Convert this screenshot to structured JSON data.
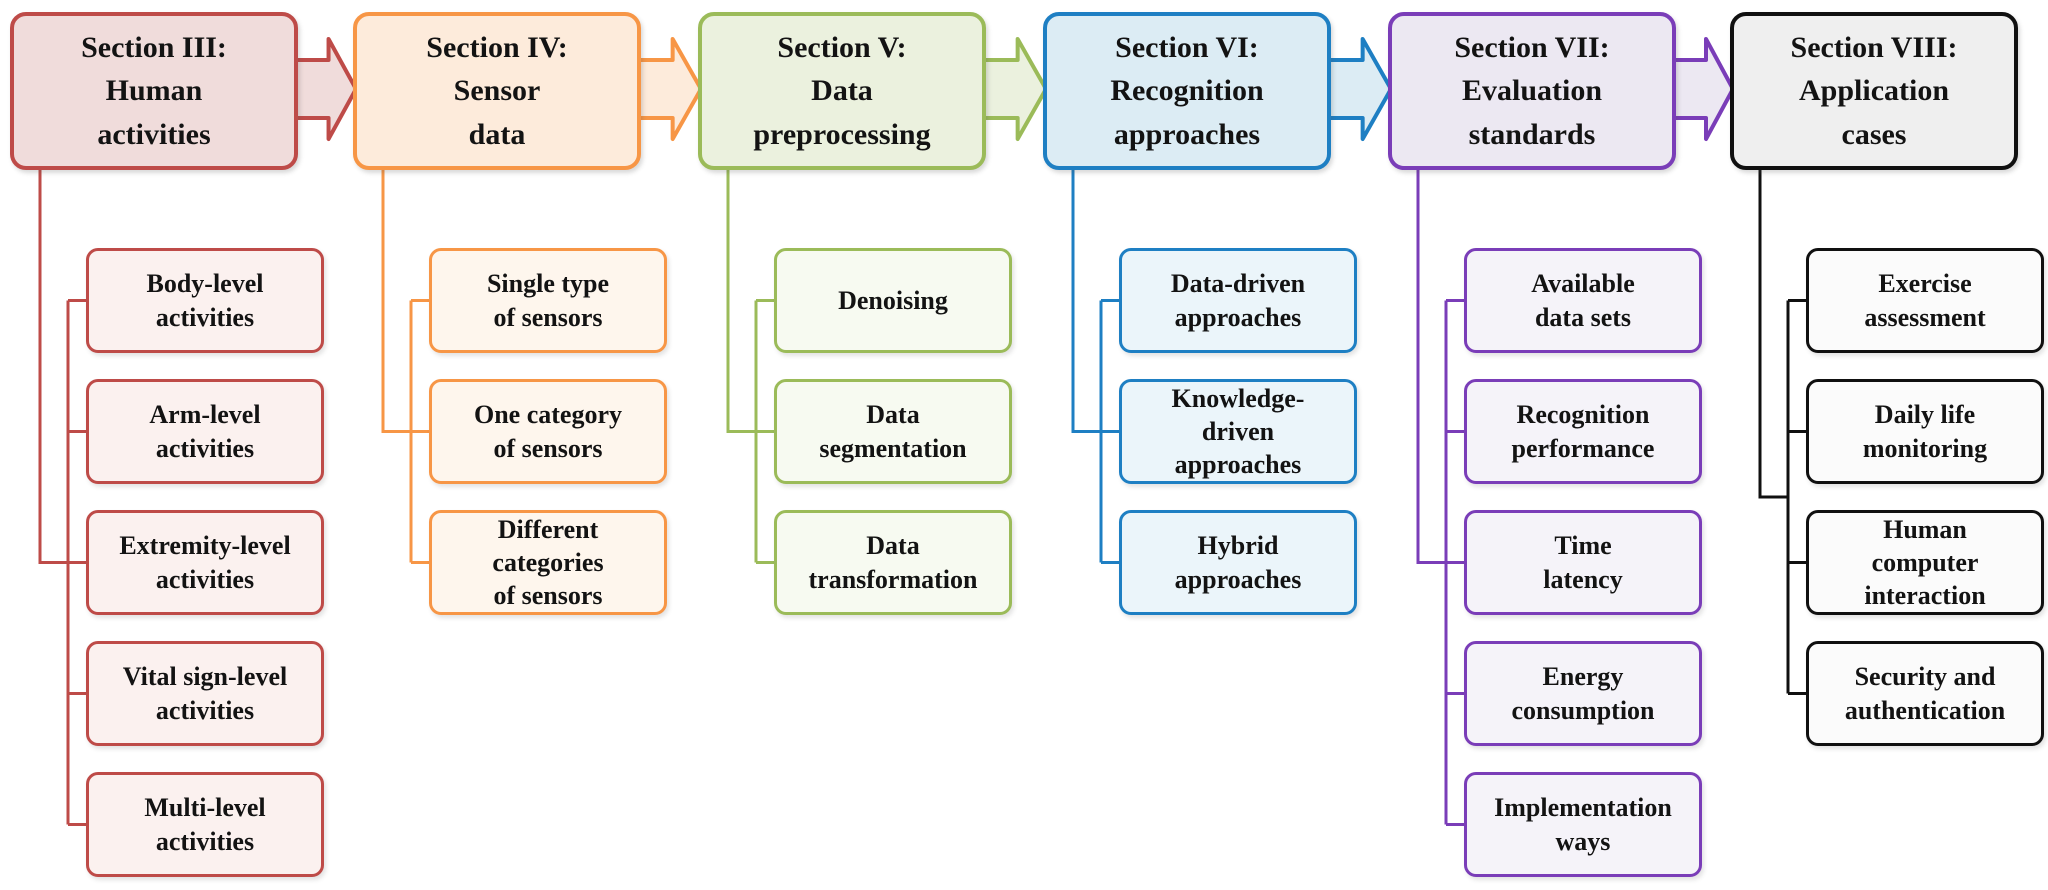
{
  "figure": {
    "background": "#ffffff",
    "text_color": "#131313",
    "description_type": "section-overview-flow-diagram"
  },
  "sections": [
    {
      "id": "section-iii",
      "title": "Section III:\nHuman\nactivities",
      "accent": "#BE4B48",
      "header_fill": "#F0DCDB",
      "child_fill": "#FBF1EF",
      "children": [
        "Body-level\nactivities",
        "Arm-level\nactivities",
        "Extremity-level\nactivities",
        "Vital sign-level\nactivities",
        "Multi-level\nactivities"
      ]
    },
    {
      "id": "section-iv",
      "title": "Section IV:\nSensor\ndata",
      "accent": "#F79646",
      "header_fill": "#FDEBDB",
      "child_fill": "#FEF6ED",
      "children": [
        "Single type\nof sensors",
        "One category\nof sensors",
        "Different\ncategories\nof sensors"
      ]
    },
    {
      "id": "section-v",
      "title": "Section V:\nData\npreprocessing",
      "accent": "#9BBB59",
      "header_fill": "#EBF1DE",
      "child_fill": "#F7FAF1",
      "children": [
        "Denoising",
        "Data\nsegmentation",
        "Data\ntransformation"
      ]
    },
    {
      "id": "section-vi",
      "title": "Section VI:\nRecognition\napproaches",
      "accent": "#1E7FC3",
      "header_fill": "#DCECF4",
      "child_fill": "#EBF5FA",
      "children": [
        "Data-driven\napproaches",
        "Knowledge-\ndriven\napproaches",
        "Hybrid\napproaches"
      ]
    },
    {
      "id": "section-vii",
      "title": "Section VII:\nEvaluation\nstandards",
      "accent": "#7A3DB8",
      "header_fill": "#ECE8F2",
      "child_fill": "#F5F3F9",
      "children": [
        "Available\ndata sets",
        "Recognition\nperformance",
        "Time\nlatency",
        "Energy\nconsumption",
        "Implementation\nways"
      ]
    },
    {
      "id": "section-viii",
      "title": "Section VIII:\nApplication\ncases",
      "accent": "#101010",
      "header_fill": "#EFEFEF",
      "child_fill": "#FBFBFB",
      "children": [
        "Exercise\nassessment",
        "Daily life\nmonitoring",
        "Human\ncomputer\ninteraction",
        "Security and\nauthentication"
      ]
    }
  ]
}
